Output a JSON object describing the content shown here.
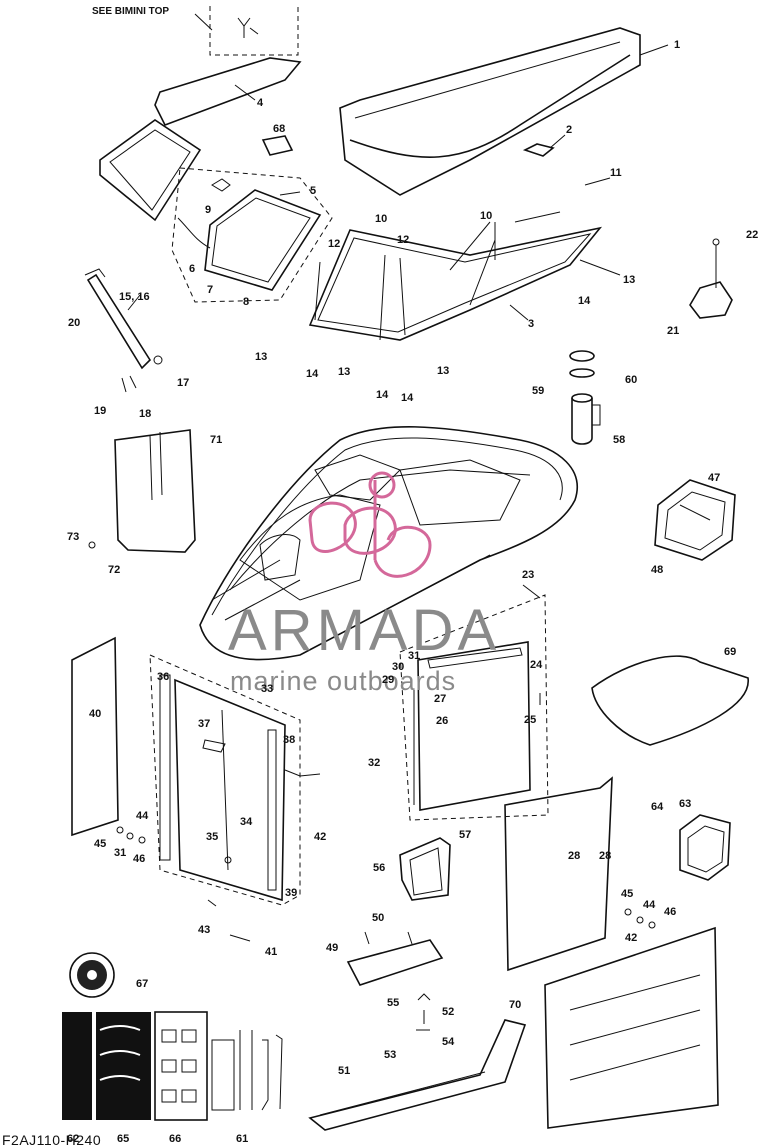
{
  "note": {
    "see_bimini": "SEE BIMINI TOP"
  },
  "watermark": {
    "brand": "ARMADA",
    "tagline": "marine outboards",
    "accent": "#d4689a"
  },
  "footer_code": "F2AJ110-H240",
  "labels": [
    "1",
    "2",
    "3",
    "4",
    "5",
    "6",
    "7",
    "8",
    "9",
    "10",
    "10",
    "11",
    "12",
    "12",
    "13",
    "13",
    "13",
    "13",
    "14",
    "14",
    "14",
    "14",
    "15, 16",
    "17",
    "18",
    "19",
    "20",
    "21",
    "22",
    "23",
    "24",
    "25",
    "26",
    "27",
    "28",
    "28",
    "29",
    "30",
    "31",
    "31",
    "32",
    "33",
    "34",
    "35",
    "36",
    "37",
    "38",
    "39",
    "40",
    "41",
    "42",
    "42",
    "43",
    "44",
    "44",
    "45",
    "45",
    "46",
    "46",
    "47",
    "48",
    "49",
    "50",
    "51",
    "52",
    "53",
    "54",
    "55",
    "56",
    "57",
    "58",
    "59",
    "60",
    "61",
    "62",
    "63",
    "64",
    "65",
    "66",
    "67",
    "68",
    "69",
    "70",
    "71",
    "72",
    "73"
  ]
}
